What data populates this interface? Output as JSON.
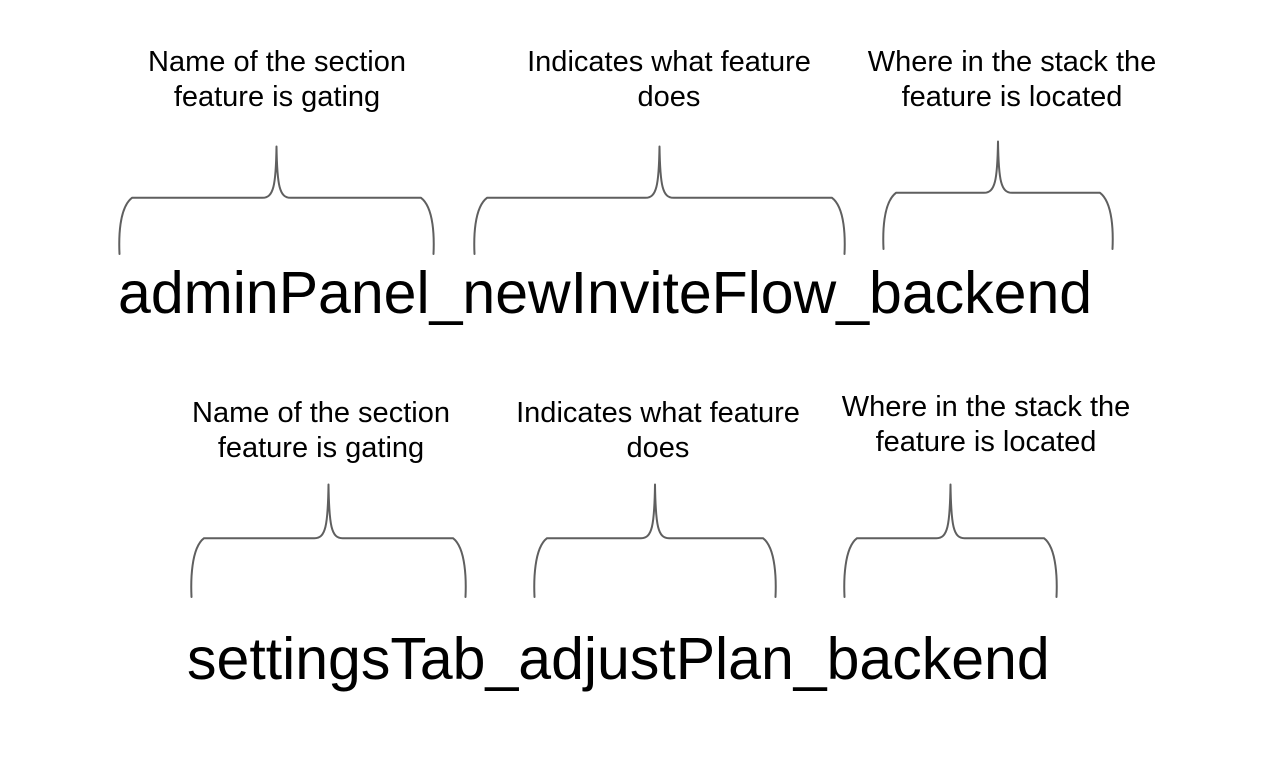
{
  "colors": {
    "background": "#ffffff",
    "text": "#000000",
    "brace": "#5f5f5f"
  },
  "groups": [
    {
      "flag_name": "adminPanel_newInviteFlow_backend",
      "segments": [
        {
          "segment": "adminPanel",
          "label_lines": [
            "Name of the section",
            "feature is gating"
          ]
        },
        {
          "segment": "newInviteFlow",
          "label_lines": [
            "Indicates what feature",
            "does"
          ]
        },
        {
          "segment": "backend",
          "label_lines": [
            "Where in the stack the",
            "feature is located"
          ]
        }
      ]
    },
    {
      "flag_name": "settingsTab_adjustPlan_backend",
      "segments": [
        {
          "segment": "settingsTab",
          "label_lines": [
            "Name of the section",
            "feature is gating"
          ]
        },
        {
          "segment": "adjustPlan",
          "label_lines": [
            "Indicates what feature",
            "does"
          ]
        },
        {
          "segment": "backend",
          "label_lines": [
            "Where in the stack the",
            "feature is located"
          ]
        }
      ]
    }
  ]
}
